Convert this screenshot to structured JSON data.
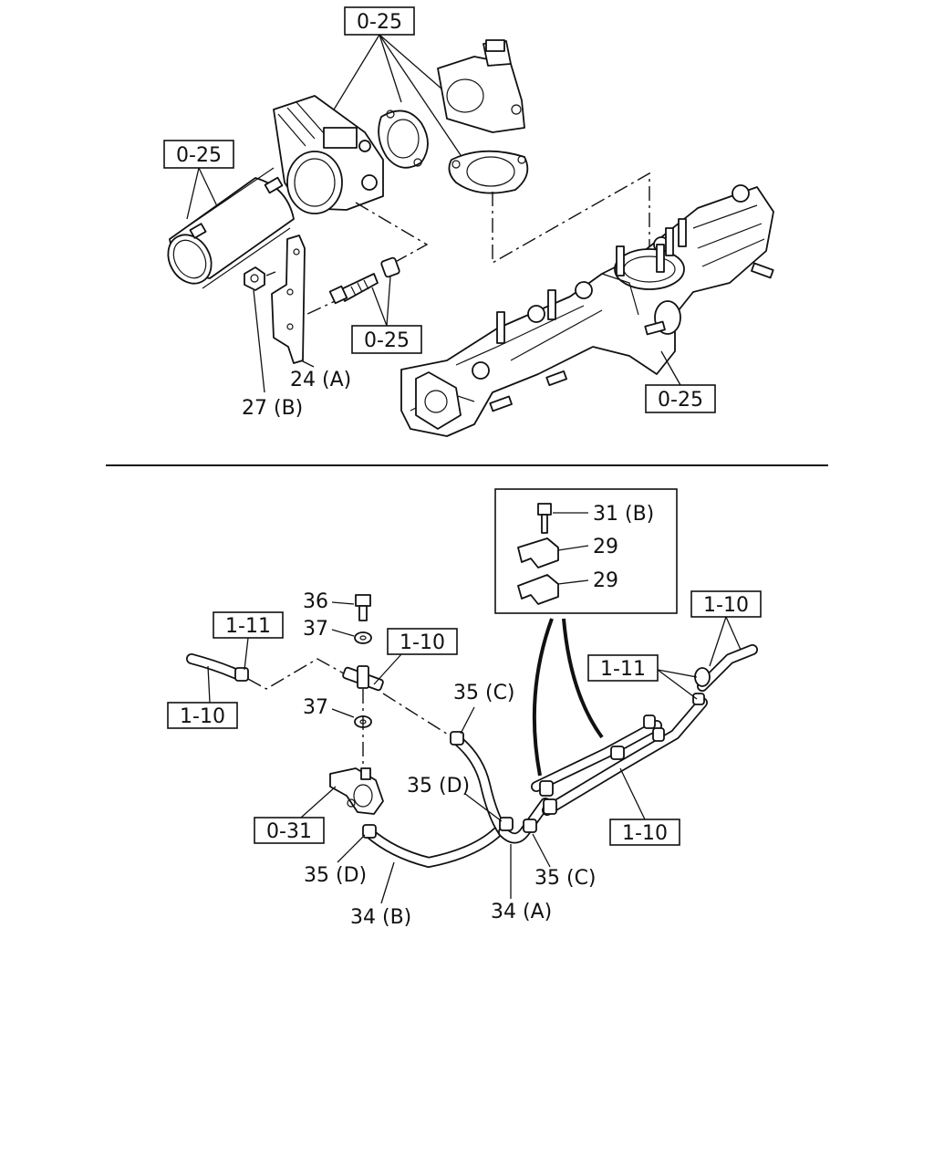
{
  "figure": {
    "top_refs": [
      "0-25",
      "0-25",
      "0-25",
      "0-25"
    ],
    "top_callouts": [
      "24 (A)",
      "27 (B)"
    ],
    "inset_callouts": [
      "31 (B)",
      "29",
      "29"
    ],
    "bottom_refs": [
      "1-10",
      "1-11",
      "1-10",
      "1-11",
      "1-10",
      "1-10",
      "0-31"
    ],
    "bottom_callouts": [
      "36",
      "37",
      "37",
      "35 (C)",
      "35 (D)",
      "35 (D)",
      "35 (C)",
      "34 (A)",
      "34 (B)"
    ]
  }
}
